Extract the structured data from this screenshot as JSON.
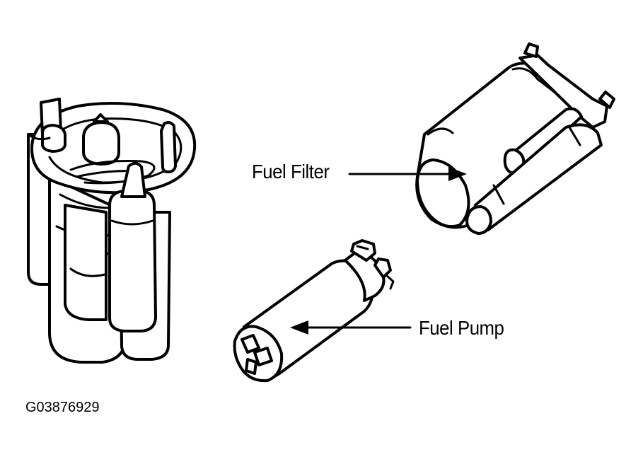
{
  "labels": {
    "fuel_filter": "Fuel Filter",
    "fuel_pump": "Fuel Pump",
    "figure_code": "G03876929"
  },
  "colors": {
    "line": "#000000",
    "background": "#ffffff"
  },
  "components": [
    "fuel-pump-module-assembly-drawing",
    "fuel-filter-drawing",
    "fuel-pump-drawing"
  ]
}
